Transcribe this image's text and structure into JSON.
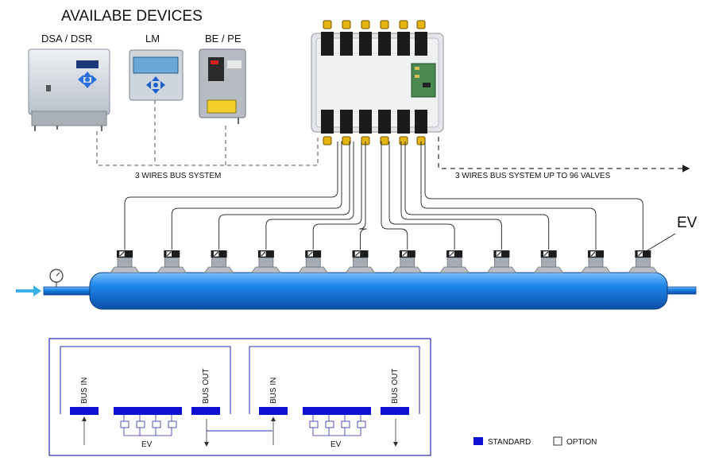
{
  "header": {
    "title": "AVAILABE DEVICES"
  },
  "devices": [
    {
      "label": "DSA / DSR"
    },
    {
      "label": "LM"
    },
    {
      "label": "BE / PE"
    }
  ],
  "bus": {
    "left_label": "3 WIRES BUS SYSTEM",
    "right_label": "3 WIRES BUS SYSTEM UP TO 96 VALVES"
  },
  "valve_label": "EV",
  "valve_count": 12,
  "modules": [
    {
      "bus_in": "BUS IN",
      "bus_out": "BUS OUT",
      "ev": "EV"
    },
    {
      "bus_in": "BUS IN",
      "bus_out": "BUS OUT",
      "ev": "EV"
    }
  ],
  "legend": {
    "standard": "STANDARD",
    "option": "OPTION"
  },
  "colors": {
    "manifold": "#1a7fe0",
    "inlet_arrow": "#3ab0e8",
    "bus_block": "#1010d0",
    "frame": "#2a2ab0"
  }
}
